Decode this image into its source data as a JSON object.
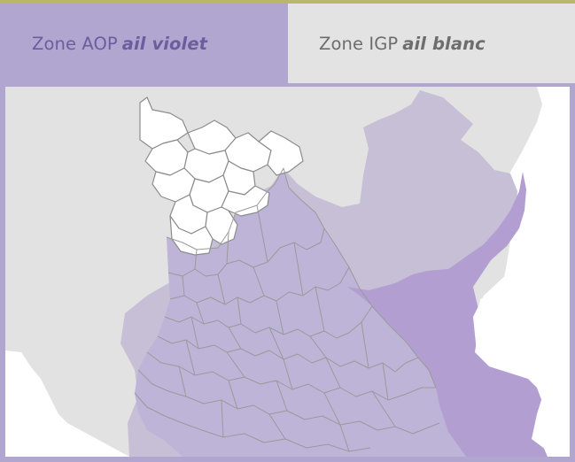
{
  "tabs": {
    "aop": {
      "prefix": "Zone AOP",
      "emphasis": "ail violet"
    },
    "igp": {
      "prefix": "Zone IGP",
      "emphasis": "ail blanc"
    }
  },
  "colors": {
    "aop_tab": "#b1a6d0",
    "aop_text": "#6c5d9e",
    "igp_tab": "#e3e3e4",
    "igp_text": "#6d6d6d",
    "land_gray": "#e2e2e2",
    "zone_light": "#c7bfd6",
    "zone_mid": "#beb4d8",
    "zone_strong": "#b29ed1",
    "commune_border": "#9a9a9a",
    "frame": "#b1a6d0"
  },
  "map": {
    "regions": [
      {
        "id": "igp-zone-ail-blanc",
        "shade": "light"
      },
      {
        "id": "aop-zone-ail-violet",
        "shade": "mid"
      },
      {
        "id": "east-zone",
        "shade": "strong"
      },
      {
        "id": "northern-communes",
        "shade": "none"
      }
    ]
  }
}
